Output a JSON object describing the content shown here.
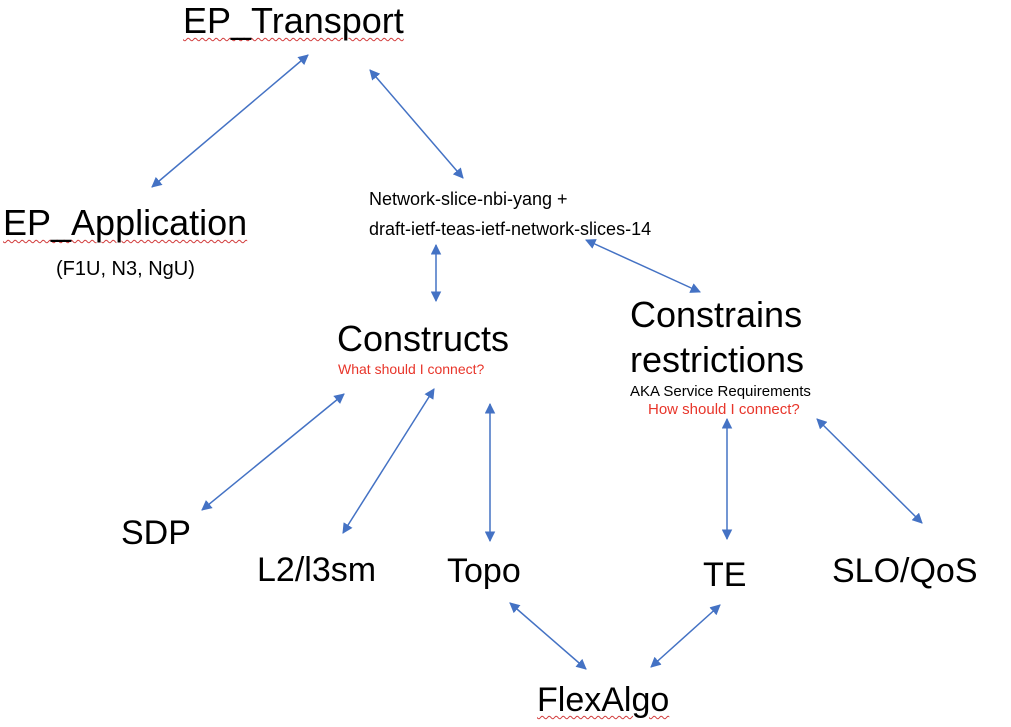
{
  "nodes": {
    "ep_transport": "EP_Transport",
    "ep_application": "EP_Application",
    "ep_application_sub": "(F1U, N3, NgU)",
    "nbi_line1": "Network-slice-nbi-yang +",
    "nbi_line2": "draft-ietf-teas-ietf-network-slices-14",
    "constructs": "Constructs",
    "constructs_sub": "What should I connect?",
    "constrains_line1": "Constrains",
    "constrains_line2": "restrictions",
    "aka": "AKA Service Requirements",
    "constrains_sub": "How should I connect?",
    "sdp": "SDP",
    "l2l3sm": "L2/l3sm",
    "topo": "Topo",
    "te": "TE",
    "slo": "SLO/QoS",
    "flexalgo": "FlexAlgo"
  },
  "colors": {
    "arrow": "#4472c4",
    "highlight_text": "#e8352a",
    "spell_underline": "#d13a3a"
  }
}
